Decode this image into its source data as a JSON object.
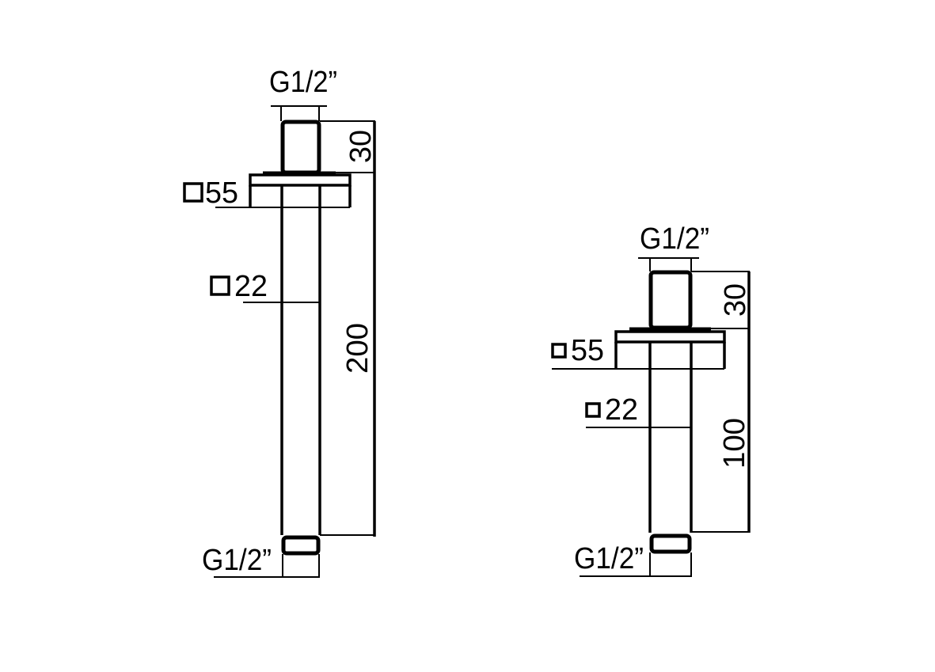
{
  "drawings": [
    {
      "name": "ceiling-arm-200",
      "top_thread": "G1/2”",
      "flange_size": "55",
      "tube_size": "22",
      "thread_height": "30",
      "length": "200",
      "bottom_thread": "G1/2”"
    },
    {
      "name": "ceiling-arm-100",
      "top_thread": "G1/2”",
      "flange_size": "55",
      "tube_size": "22",
      "thread_height": "30",
      "length": "100",
      "bottom_thread": "G1/2”"
    }
  ],
  "colors": {
    "line": "#000000",
    "background": "#ffffff"
  }
}
